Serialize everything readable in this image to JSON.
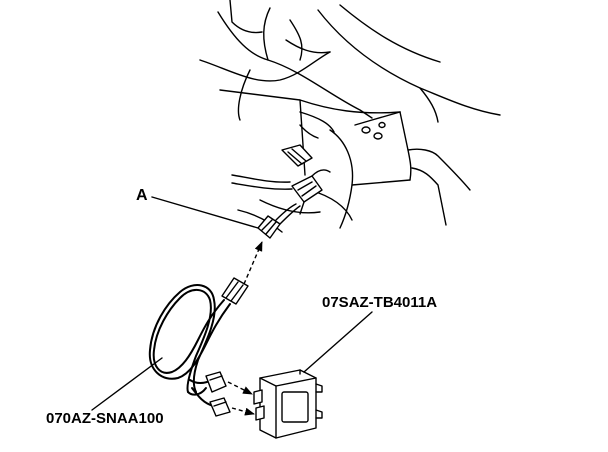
{
  "callouts": {
    "connector_a": "A",
    "module_part": "07SAZ-TB4011A",
    "harness_part": "070AZ-SNAA100"
  }
}
